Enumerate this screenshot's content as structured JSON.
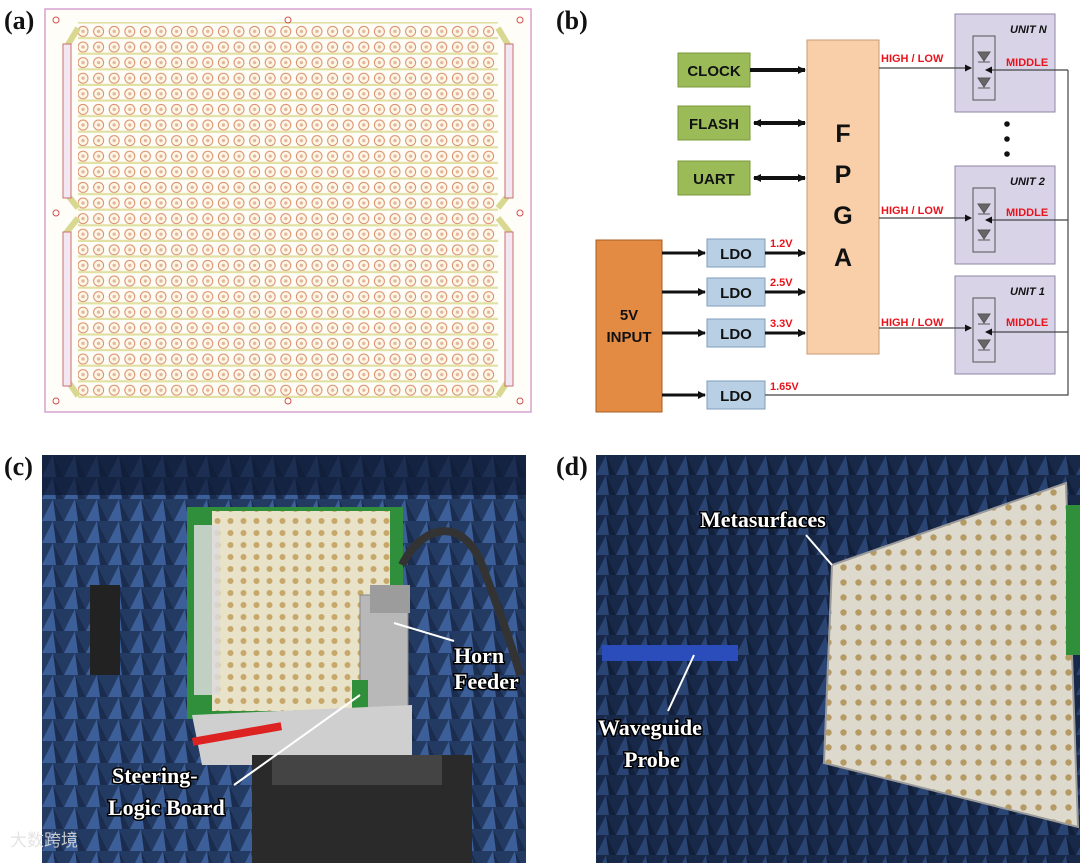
{
  "panels": {
    "a": {
      "label": "(a)"
    },
    "b": {
      "label": "(b)"
    },
    "c": {
      "label": "(c)"
    },
    "d": {
      "label": "(d)"
    }
  },
  "block_diagram": {
    "clock": "CLOCK",
    "flash": "FLASH",
    "uart": "UART",
    "fpga_letters": [
      "F",
      "P",
      "G",
      "A"
    ],
    "input_line1": "5V",
    "input_line2": "INPUT",
    "ldo": "LDO",
    "voltages": [
      "1.2V",
      "2.5V",
      "3.3V",
      "1.65V"
    ],
    "units": [
      "UNIT N",
      "UNIT 2",
      "UNIT 1"
    ],
    "high_low": "HIGH / LOW",
    "middle": "MIDDLE",
    "colors": {
      "green": "#9bbb59",
      "fpga": "#f9cfa9",
      "input": "#e38a43",
      "ldo": "#b8cfe4",
      "unit": "#d9d3e8",
      "red": "#e8141b"
    }
  },
  "photo_c": {
    "horn_line1": "Horn",
    "horn_line2": "Feeder",
    "board_line1": "Steering-",
    "board_line2": "Logic Board"
  },
  "photo_d": {
    "metasurfaces": "Metasurfaces",
    "probe_line1": "Waveguide",
    "probe_line2": "Probe"
  },
  "watermark": "大数跨境"
}
